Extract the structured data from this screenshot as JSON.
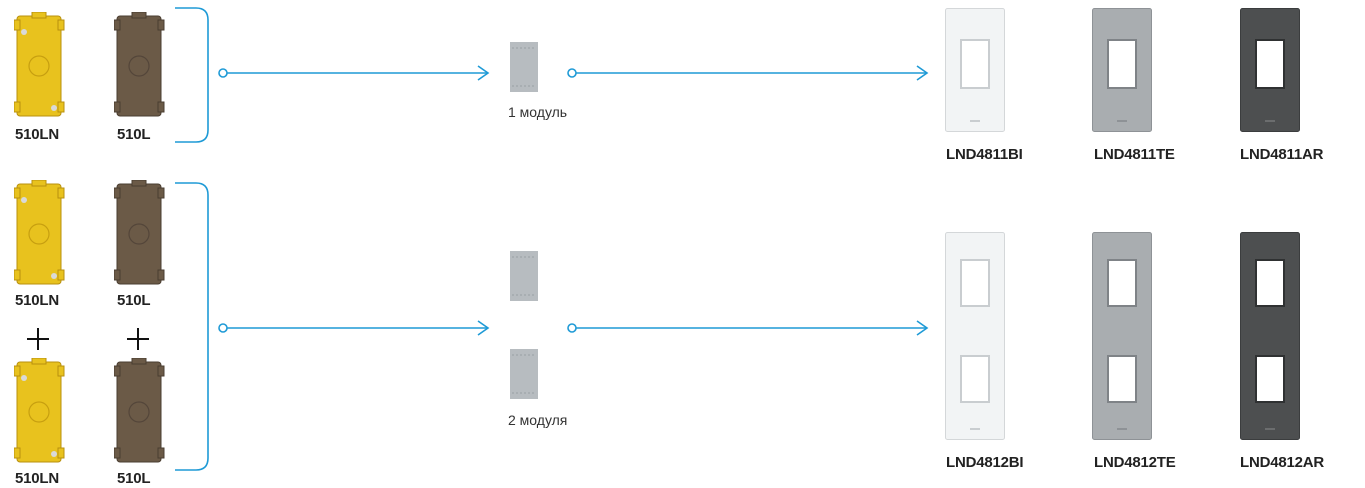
{
  "rows": [
    {
      "boxes": [
        {
          "code": "510LN",
          "color": "#e8c21e"
        },
        {
          "code": "510L",
          "color": "#6b5a47"
        }
      ],
      "module_label": "1 модуль",
      "plates": [
        {
          "code": "LND4811BI",
          "color": "#f2f4f5"
        },
        {
          "code": "LND4811TE",
          "color": "#a9adb0"
        },
        {
          "code": "LND4811AR",
          "color": "#4d4f50"
        }
      ]
    },
    {
      "boxes_top": [
        {
          "code": "510LN",
          "color": "#e8c21e"
        },
        {
          "code": "510L",
          "color": "#6b5a47"
        }
      ],
      "boxes_bottom": [
        {
          "code": "510LN",
          "color": "#e8c21e"
        },
        {
          "code": "510L",
          "color": "#6b5a47"
        }
      ],
      "module_label": "2 модуля",
      "plates": [
        {
          "code": "LND4812BI",
          "color": "#f2f4f5"
        },
        {
          "code": "LND4812TE",
          "color": "#a9adb0"
        },
        {
          "code": "LND4812AR",
          "color": "#4d4f50"
        }
      ]
    }
  ],
  "colors": {
    "connector": "#1e9ad6",
    "module": "#b7bcc0"
  },
  "icons": [
    "plus-icon",
    "arrow-right-icon",
    "bracket"
  ]
}
